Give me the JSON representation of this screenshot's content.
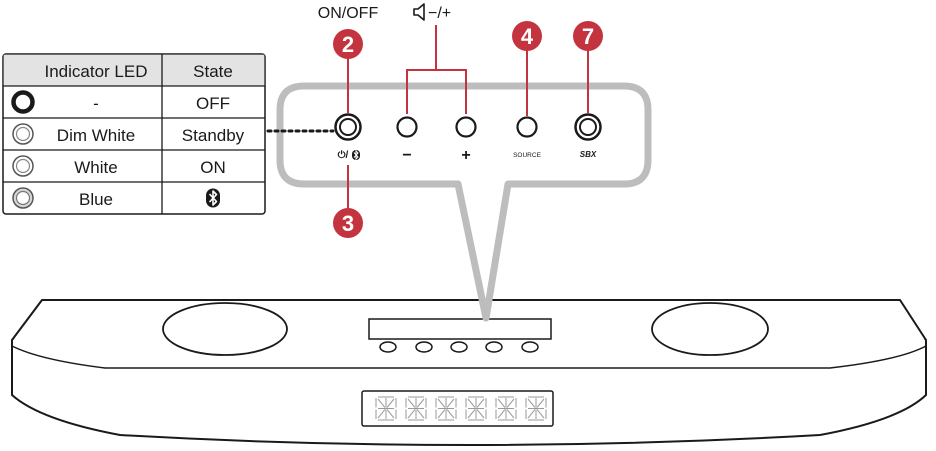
{
  "labels": {
    "on_off": "ON/OFF",
    "volume_text": "−/+",
    "icon_speaker": "speaker-icon"
  },
  "callouts": [
    {
      "number": "2",
      "target": "power-bluetooth-button"
    },
    {
      "number": "3",
      "target": "power-bluetooth-button"
    },
    {
      "number": "4",
      "target": "source-button"
    },
    {
      "number": "7",
      "target": "sbx-button"
    }
  ],
  "buttons": {
    "power_label": "⏻/",
    "power_icons": [
      "power-icon",
      "bluetooth-icon"
    ],
    "minus_label": "−",
    "plus_label": "+",
    "source_label": "SOURCE",
    "sbx_label": "SBX"
  },
  "led_table": {
    "headers": [
      "Indicator LED",
      "State"
    ],
    "rows": [
      {
        "icon": "led-off-icon",
        "led": "-",
        "state": "OFF",
        "state_icon": ""
      },
      {
        "icon": "led-dim-white-icon",
        "led": "Dim White",
        "state": "Standby",
        "state_icon": ""
      },
      {
        "icon": "led-white-icon",
        "led": "White",
        "state": "ON",
        "state_icon": ""
      },
      {
        "icon": "led-blue-icon",
        "led": "Blue",
        "state": "",
        "state_icon": "bluetooth-icon"
      }
    ]
  },
  "colors": {
    "callout": "#c4343f",
    "panel_outline": "#bdbdbd",
    "table_header": "#e3e3e3",
    "line": "#1a1a1a"
  }
}
